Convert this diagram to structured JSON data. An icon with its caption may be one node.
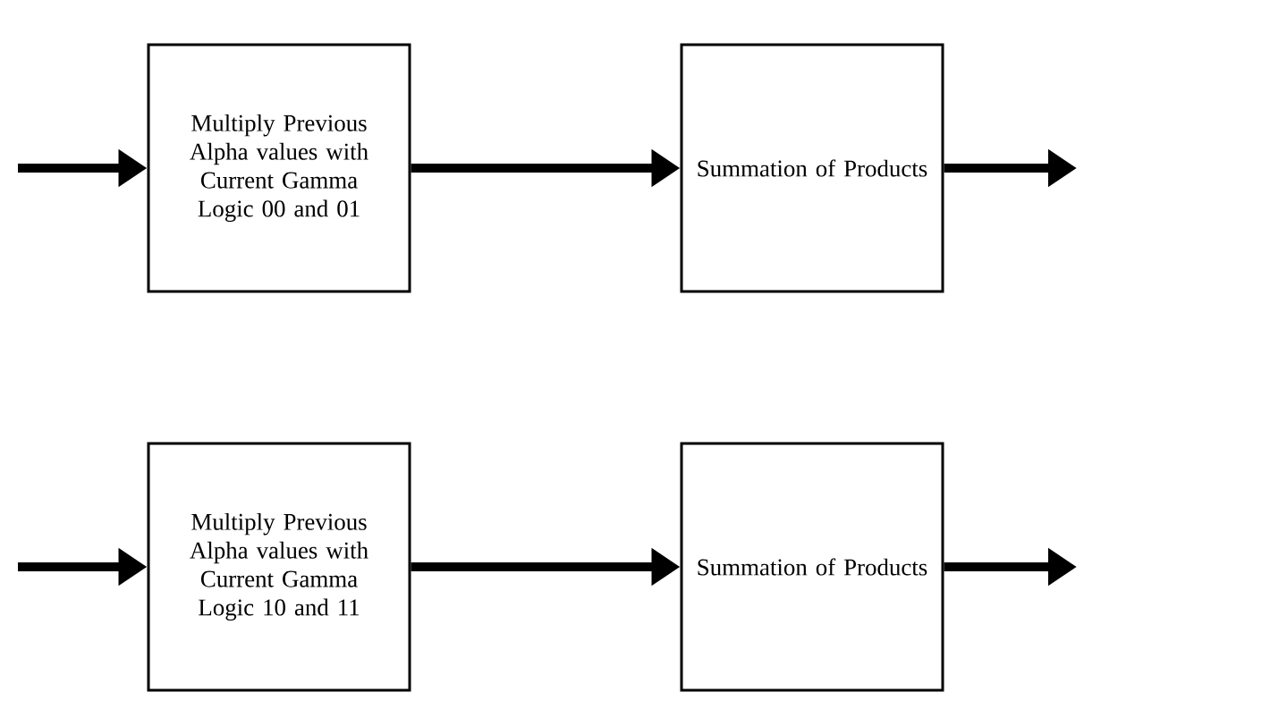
{
  "diagram": {
    "nodes": [
      {
        "text": [
          "Multiply Previous Alpha values with Current Gamma Logic 00 and 01"
        ]
      },
      {
        "text": [
          "Summation of Products"
        ]
      },
      {
        "text": [
          "Multiply Previous Alpha values with Current Gamma Logic 10 and 11"
        ]
      },
      {
        "text": [
          "Summation of Products"
        ]
      }
    ],
    "edges": [
      {
        "from": null,
        "to": 0,
        "arrow": "to"
      },
      {
        "from": 0,
        "to": 1,
        "arrow": "to"
      },
      {
        "from": 1,
        "to": null,
        "arrow": "to"
      },
      {
        "from": null,
        "to": 2,
        "arrow": "to"
      },
      {
        "from": 2,
        "to": 3,
        "arrow": "to"
      },
      {
        "from": 3,
        "to": null,
        "arrow": "to"
      }
    ]
  }
}
